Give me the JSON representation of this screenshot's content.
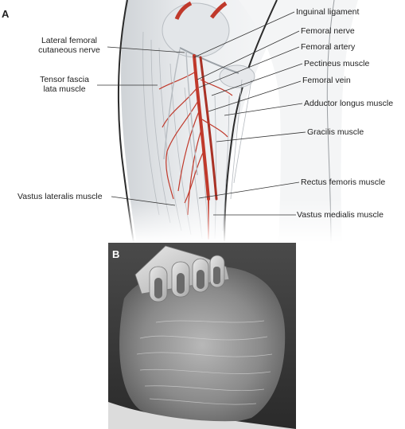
{
  "panels": {
    "a": {
      "label": "A"
    },
    "b": {
      "label": "B"
    }
  },
  "labels": {
    "inguinal_ligament": "Inguinal ligament",
    "lateral_femoral_cutaneous_nerve_1": "Lateral femoral",
    "lateral_femoral_cutaneous_nerve_2": "cutaneous nerve",
    "femoral_nerve": "Femoral nerve",
    "femoral_artery": "Femoral artery",
    "pectineus_muscle": "Pectineus muscle",
    "tensor_fascia_lata_1": "Tensor fascia",
    "tensor_fascia_lata_2": "lata muscle",
    "femoral_vein": "Femoral vein",
    "adductor_longus_muscle": "Adductor longus muscle",
    "gracilis_muscle": "Gracilis muscle",
    "rectus_femoris_muscle": "Rectus femoris muscle",
    "vastus_lateralis_muscle": "Vastus lateralis muscle",
    "vastus_medialis_muscle": "Vastus medialis muscle"
  },
  "colors": {
    "vessel_red": "#c0392b",
    "leader_line": "#333333",
    "outline": "#2b2b2b",
    "muscle_grey": "#d9dcdf"
  }
}
